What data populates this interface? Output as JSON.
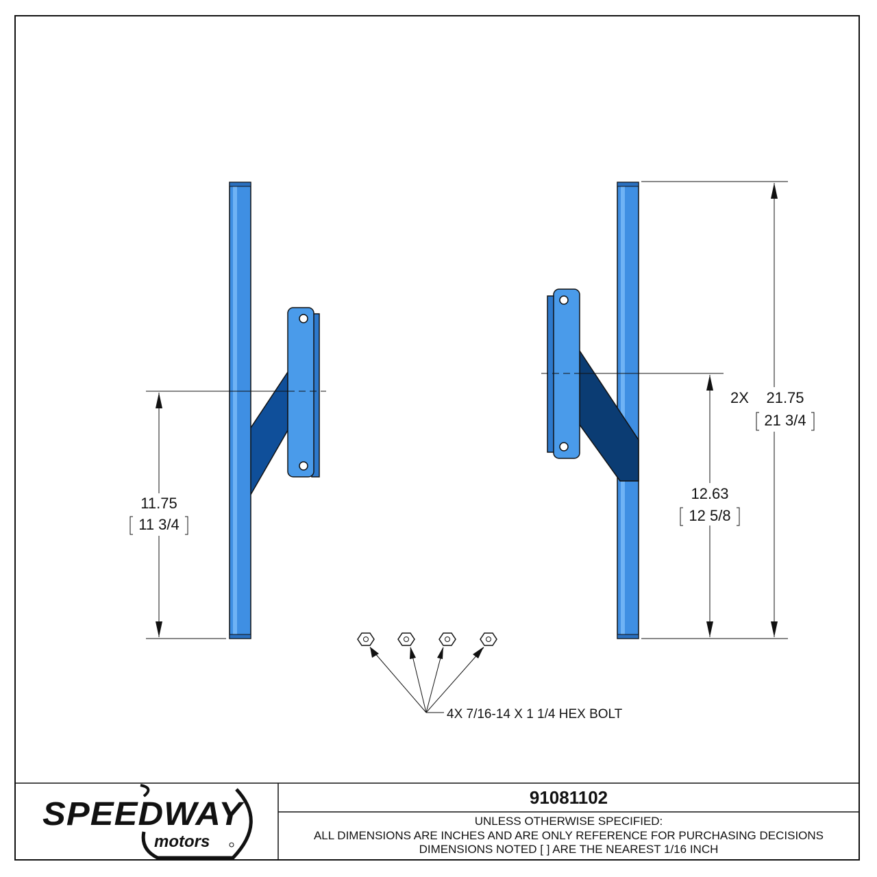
{
  "drawing": {
    "dimensions": {
      "left_height": {
        "decimal": "11.75",
        "fraction": "11 3/4"
      },
      "right_height": {
        "decimal": "12.63",
        "fraction": "12 5/8"
      },
      "overall_length": {
        "qty": "2X",
        "decimal": "21.75",
        "fraction": "21 3/4"
      }
    },
    "hardware_callout": "4X 7/16-14 X 1 1/4 HEX BOLT"
  },
  "title_block": {
    "part_number": "91081102",
    "notes": [
      "UNLESS OTHERWISE SPECIFIED:",
      "ALL DIMENSIONS ARE INCHES AND ARE ONLY REFERENCE FOR PURCHASING DECISIONS",
      "DIMENSIONS NOTED [ ] ARE THE NEAREST 1/16 INCH"
    ],
    "logo": {
      "brand": "SPEEDWAY",
      "sub": "motors"
    }
  },
  "colors": {
    "tube": "#3f8fe3",
    "tube_highlight": "#6fb3f5",
    "plate": "#4a9bea",
    "gusset_left": "#0f4f9a",
    "gusset_right": "#0b3c73"
  }
}
